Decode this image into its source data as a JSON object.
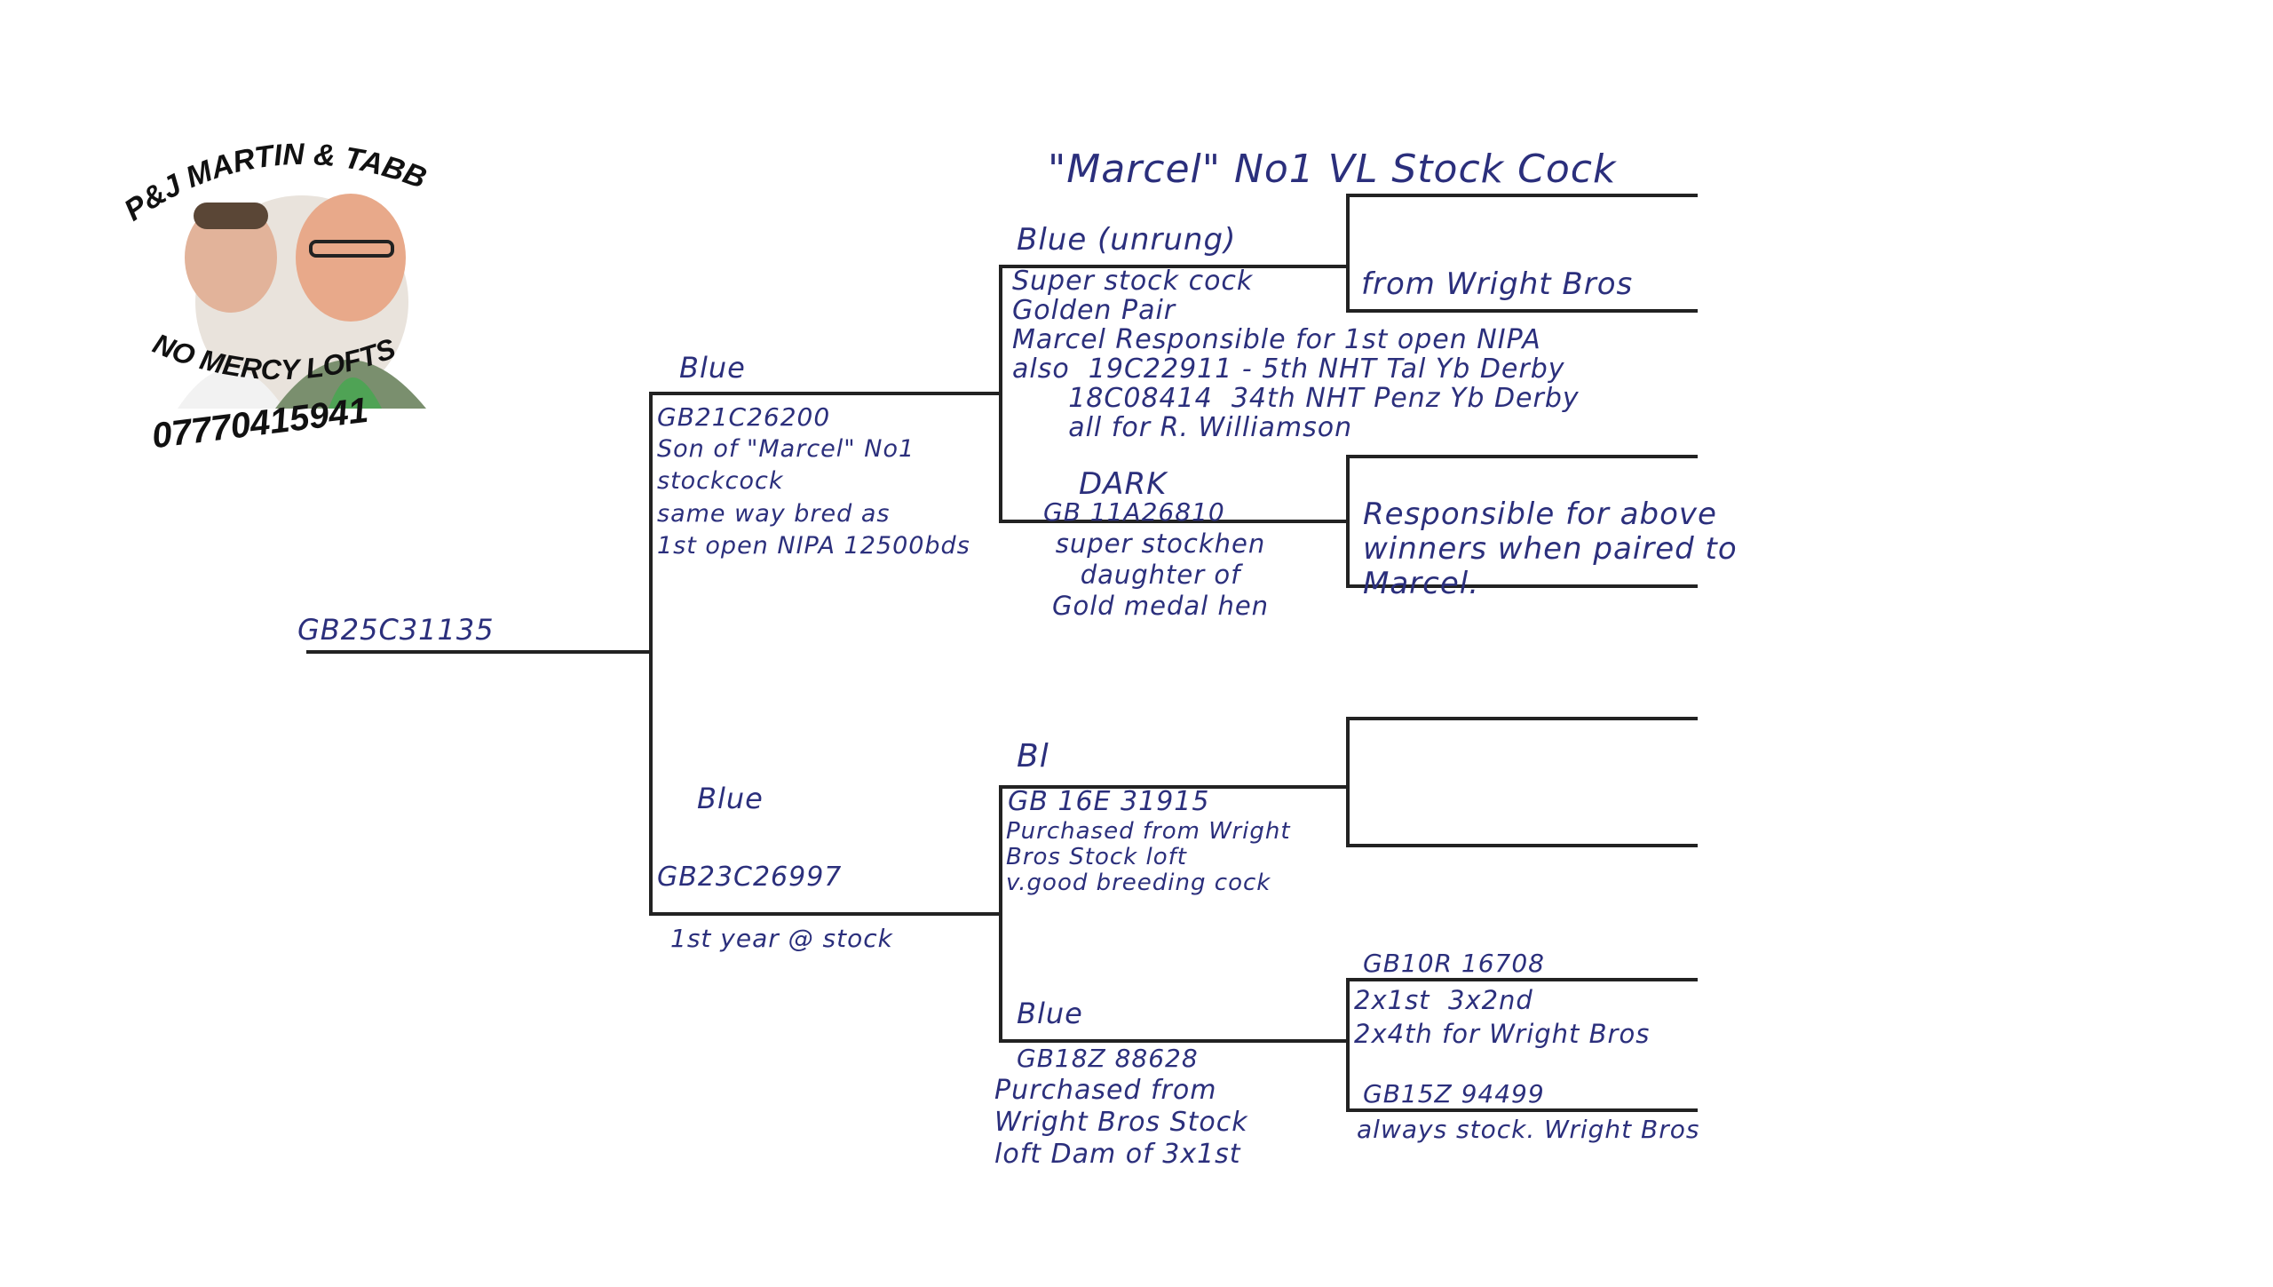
{
  "logo": {
    "top_text": "P&J MARTIN & TABB",
    "bottom_text": "NO MERCY LOFTS",
    "phone": "07770415941"
  },
  "subject": {
    "ring": "GB25C31135"
  },
  "sire": {
    "colour": "Blue",
    "ring": "GB21C26200",
    "notes": "Son of \"Marcel\" No1\nstockcock\nsame way bred as\n1st open NIPA 12500bds"
  },
  "dam": {
    "colour": "Blue",
    "ring": "GB23C26997",
    "notes": "1st year @ stock"
  },
  "sire_sire": {
    "title": "\"Marcel\" No1 VL Stock Cock",
    "colour": "Blue (unrung)",
    "notes": "Super stock cock\nGolden Pair\nMarcel Responsible for 1st open NIPA\nalso  19C22911 - 5th NHT Tal Yb Derby\n      18C08414  34th NHT Penz Yb Derby\n      all for R. Williamson"
  },
  "sire_sire_note": "from Wright Bros",
  "sire_dam": {
    "colour": "DARK",
    "ring": "GB 11A26810",
    "notes": "super stockhen\ndaughter of\nGold medal hen"
  },
  "sire_dam_note": "Responsible for above\nwinners when paired to\nMarcel.",
  "dam_sire": {
    "colour": "Bl",
    "ring": "GB 16E 31915",
    "notes": "Purchased from Wright\nBros Stock loft\nv.good breeding cock"
  },
  "dam_dam": {
    "colour": "Blue",
    "ring": "GB18Z 88628",
    "notes": "Purchased from\nWright Bros Stock\nloft Dam of 3x1st"
  },
  "dam_dam_sire": {
    "ring": "GB10R 16708",
    "notes": "2x1st  3x2nd\n2x4th for Wright Bros"
  },
  "dam_dam_dam": {
    "ring": "GB15Z 94499",
    "notes": "always stock. Wright Bros"
  },
  "colors": {
    "ink": "#2b2f7c",
    "lines": "#222222"
  }
}
